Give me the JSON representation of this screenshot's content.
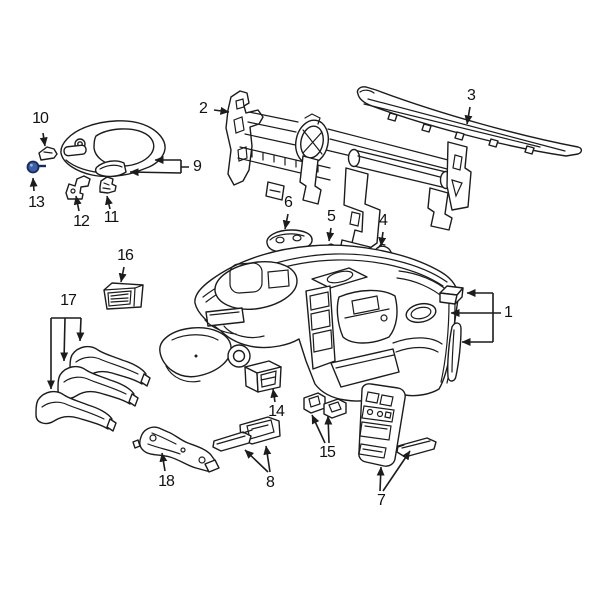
{
  "diagram": {
    "type": "exploded-parts-diagram",
    "subject": "instrument panel assembly",
    "background": "#ffffff",
    "line_color": "#1c1c1c",
    "highlight_fastener_color": "#3b5fa8",
    "labels": {
      "p1": "1",
      "p2": "2",
      "p3": "3",
      "p4": "4",
      "p5": "5",
      "p6": "6",
      "p7": "7",
      "p8": "8",
      "p9": "9",
      "p10": "10",
      "p11": "11",
      "p12": "12",
      "p13": "13",
      "p14": "14",
      "p15": "15",
      "p16": "16",
      "p17": "17",
      "p18": "18"
    }
  }
}
